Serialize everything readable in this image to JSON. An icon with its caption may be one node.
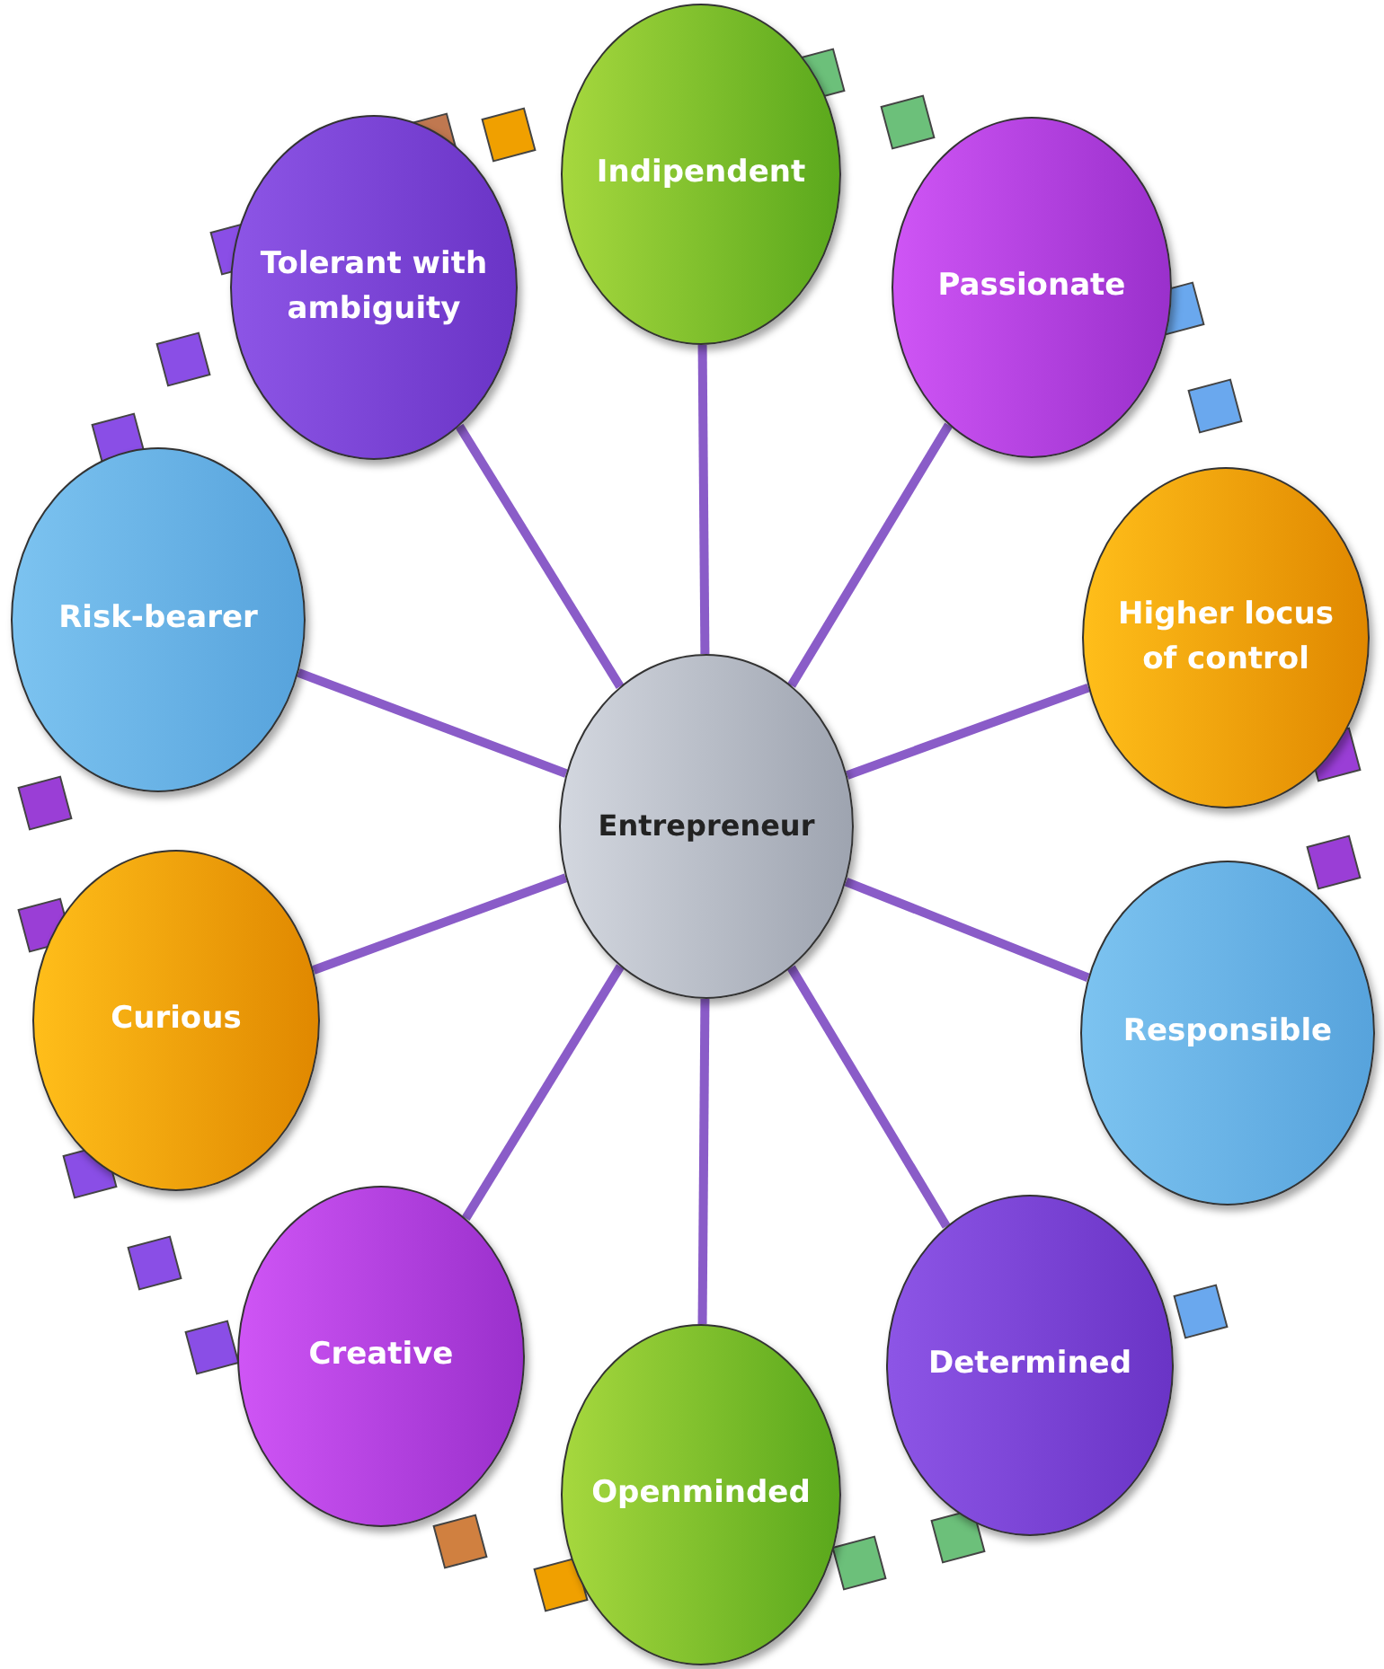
{
  "diagram": {
    "nodes": [
      {
        "text": [
          "Entrepreneur"
        ]
      },
      {
        "text": [
          "Indipendent"
        ]
      },
      {
        "text": [
          "Passionate"
        ]
      },
      {
        "text": [
          "Higher locus of control"
        ]
      },
      {
        "text": [
          "Responsible"
        ]
      },
      {
        "text": [
          "Determined"
        ]
      },
      {
        "text": [
          "Openminded"
        ]
      },
      {
        "text": [
          "Creative"
        ]
      },
      {
        "text": [
          "Curious"
        ]
      },
      {
        "text": [
          "Risk-bearer"
        ]
      },
      {
        "text": [
          "Tolerant with ambiguity"
        ]
      }
    ],
    "edges": [
      {
        "from": 0,
        "to": 1,
        "arrow": "none"
      },
      {
        "from": 0,
        "to": 2,
        "arrow": "none"
      },
      {
        "from": 0,
        "to": 3,
        "arrow": "none"
      },
      {
        "from": 0,
        "to": 4,
        "arrow": "none"
      },
      {
        "from": 0,
        "to": 5,
        "arrow": "none"
      },
      {
        "from": 0,
        "to": 6,
        "arrow": "none"
      },
      {
        "from": 0,
        "to": 7,
        "arrow": "none"
      },
      {
        "from": 0,
        "to": 8,
        "arrow": "none"
      },
      {
        "from": 0,
        "to": 9,
        "arrow": "none"
      },
      {
        "from": 0,
        "to": 10,
        "arrow": "none"
      }
    ]
  }
}
